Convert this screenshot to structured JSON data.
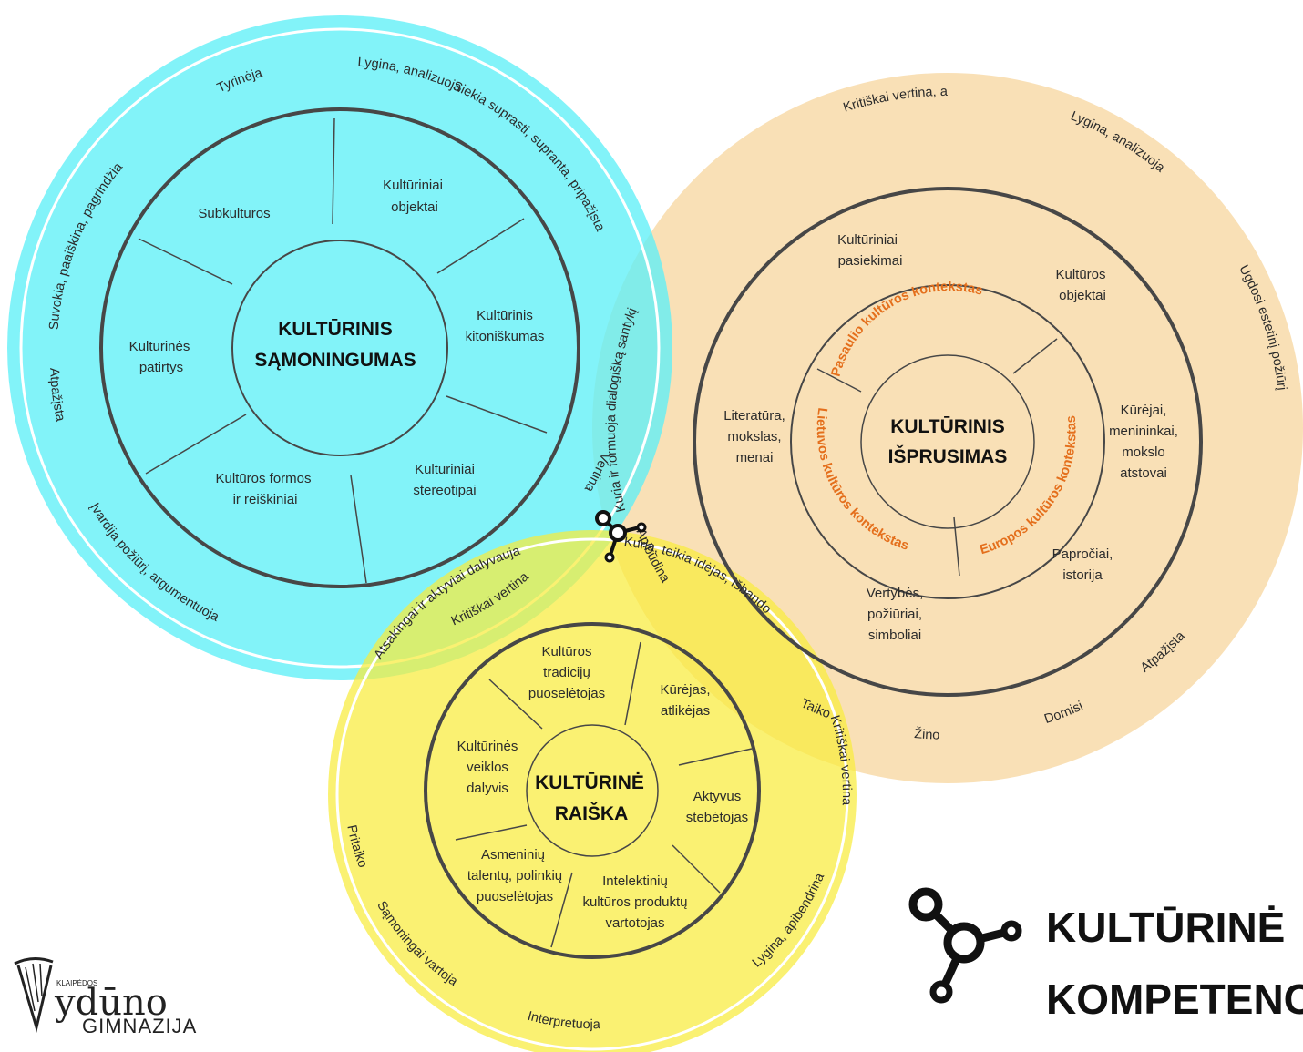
{
  "colors": {
    "cyan": "#5ff0f7",
    "peach": "#f8d9a6",
    "yellow": "#f8ec3c",
    "ring_line": "#474747",
    "context_orange": "#e46f1c"
  },
  "samoningumas": {
    "title_line1": "KULTŪRINIS",
    "title_line2": "SĄMONINGUMAS",
    "segments": [
      [
        "Kultūriniai",
        "objektai"
      ],
      [
        "Kultūrinis",
        "kitoniškumas"
      ],
      [
        "Kultūriniai",
        "stereotipai"
      ],
      [
        "Kultūros formos",
        "ir reiškiniai"
      ],
      [
        "Kultūrinės",
        "patirtys"
      ],
      [
        "Subkultūros"
      ]
    ],
    "outer_labels": [
      "Lygina, analizuoja",
      "Siekia suprasti, supranta, pripažįsta",
      "Vertina",
      "Kritiškai vertina",
      "Įvardija požiūrį, argumentuoja",
      "Atpažįsta",
      "Suvokia, paaiškina, pagrindžia",
      "Tyrinėja"
    ]
  },
  "isprusimas": {
    "title_line1": "KULTŪRINIS",
    "title_line2": "IŠPRUSIMAS",
    "contexts": [
      "Pasaulio kultūros kontekstas",
      "Europos kultūros kontekstas",
      "Lietuvos kultūros kontekstas"
    ],
    "segments": [
      [
        "Kultūriniai",
        "pasiekimai"
      ],
      [
        "Kultūros",
        "objektai"
      ],
      [
        "Kūrėjai,",
        "menininkai,",
        "mokslo",
        "atstovai"
      ],
      [
        "Papročiai,",
        "istorija"
      ],
      [
        "Vertybės,",
        "požiūriai,",
        "simboliai"
      ],
      [
        "Literatūra,",
        "mokslas,",
        "menai"
      ]
    ],
    "outer_labels": [
      "Kritiškai vertina, apibendrina",
      "Lygina, analizuoja",
      "Ugdosi estetinį požiūrį",
      "Atpažįsta",
      "Domisi",
      "Žino",
      "Taiko",
      "Apibūdina",
      "Kuria ir formuoja dialogišką santykį"
    ]
  },
  "raiska": {
    "title_line1": "KULTŪRINĖ",
    "title_line2": "RAIŠKA",
    "segments": [
      [
        "Kultūros",
        "tradicijų",
        "puoselėtojas"
      ],
      [
        "Kūrėjas,",
        "atlikėjas"
      ],
      [
        "Aktyvus",
        "stebėtojas"
      ],
      [
        "Intelektinių",
        "kultūros produktų",
        "vartotojas"
      ],
      [
        "Asmeninių",
        "talentų, polinkių",
        "puoselėtojas"
      ],
      [
        "Kultūrinės",
        "veiklos",
        "dalyvis"
      ]
    ],
    "outer_labels": [
      "Atsakingai ir aktyviai dalyvauja",
      "Kuria, teikia idėjas, išbando",
      "Kritiškai vertina",
      "Lygina, apibendrina",
      "Interpretuoja",
      "Sąmoningai vartoja",
      "Pritaiko"
    ]
  },
  "brand": {
    "line1": "KULTŪRINĖ",
    "line2": "KOMPETENCIJA",
    "icon": "molecule-icon"
  },
  "logo": {
    "letter": "V",
    "word": "ydūno",
    "sub": "GIMNAZIJA",
    "top": "KLAIPĖDOS",
    "icon": "harp-icon"
  }
}
